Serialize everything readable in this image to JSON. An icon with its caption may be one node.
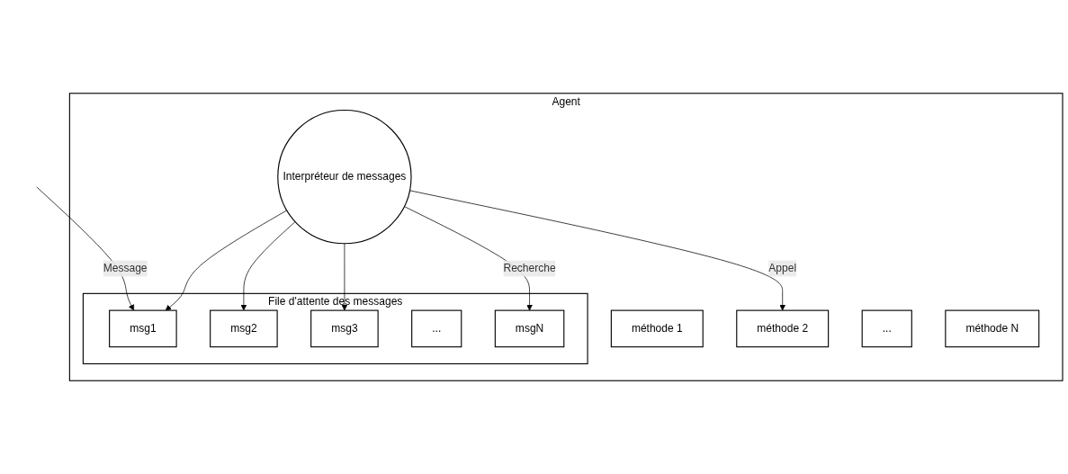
{
  "diagram": {
    "nodes": [
      {
        "text": [
          "Agent"
        ]
      },
      {
        "text": [
          "File d'attente des messages"
        ],
        "in": 0
      },
      {
        "text": [
          "msg1"
        ],
        "in": 1
      },
      {
        "text": [
          "msg2"
        ],
        "in": 1
      },
      {
        "text": [
          "msg3"
        ],
        "in": 1
      },
      {
        "text": [
          "..."
        ],
        "in": 1
      },
      {
        "text": [
          "msgN"
        ],
        "in": 1
      },
      {
        "text": [
          "Interpréteur de messages"
        ],
        "in": 0
      },
      {
        "text": [
          "méthode 1"
        ],
        "in": 0
      },
      {
        "text": [
          "méthode 2"
        ],
        "in": 0
      },
      {
        "text": [
          "..."
        ],
        "in": 0
      },
      {
        "text": [
          "méthode N"
        ],
        "in": 0
      }
    ],
    "edges": [
      {
        "from": null,
        "to": 2,
        "label": "Message",
        "arrow": "to"
      },
      {
        "from": 7,
        "to": 2,
        "arrow": "to"
      },
      {
        "from": 7,
        "to": 3,
        "arrow": "to"
      },
      {
        "from": 7,
        "to": 4,
        "arrow": "to"
      },
      {
        "from": 7,
        "to": 6,
        "label": "Recherche",
        "arrow": "to"
      },
      {
        "from": 7,
        "to": 9,
        "label": "Appel",
        "arrow": "to"
      }
    ]
  }
}
